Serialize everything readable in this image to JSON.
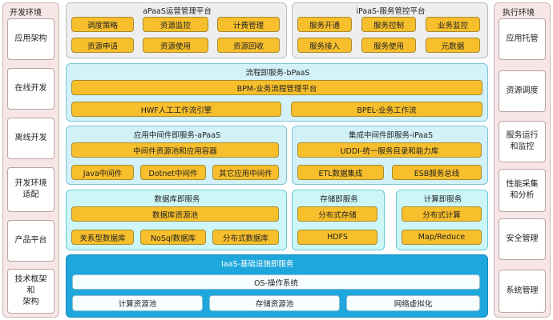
{
  "left": {
    "title": "开发环境",
    "items": [
      "应用架构",
      "在线开发",
      "离线开发",
      "开发环境\n适配",
      "产品平台",
      "技术框架和\n架构"
    ]
  },
  "right": {
    "title": "执行环境",
    "items": [
      "应用托管",
      "资源调度",
      "服务运行\n和监控",
      "性能采集\n和分析",
      "安全管理",
      "系统管理"
    ]
  },
  "apaas_ops": {
    "title": "aPaaS运营管理平台",
    "items": [
      "调度策略",
      "资源监控",
      "计费管理",
      "资源申请",
      "资源使用",
      "资源回收"
    ]
  },
  "ipaas_ctrl": {
    "title": "iPaaS-服务管控平台",
    "items": [
      "服务开通",
      "服务控制",
      "业务监控",
      "服务接入",
      "服务使用",
      "元数据"
    ]
  },
  "bpaas": {
    "title": "流程即服务-bPaaS",
    "bpm": "BPM-业务流程管理平台",
    "hwf": "HWF人工工作流引擎",
    "bpel": "BPEL-业务工作流"
  },
  "apaas_mw": {
    "title": "应用中间件即服务-aPaaS",
    "container": "中间件资源池和应用容器",
    "items": [
      "Java中间件",
      "Dotnet中间件",
      "其它应用中间件"
    ]
  },
  "ipaas_mw": {
    "title": "集成中间件即服务-iPaaS",
    "uddi": "UDDI-统一服务目录和能力库",
    "items": [
      "ETL数据集成",
      "ESB服务总线"
    ]
  },
  "db": {
    "title": "数据库即服务",
    "pool": "数据库资源池",
    "items": [
      "关系型数据库",
      "NoSql数据库",
      "分布式数据库"
    ]
  },
  "storage": {
    "title": "存储即服务",
    "items": [
      "分布式存储",
      "HDFS"
    ]
  },
  "compute": {
    "title": "计算即服务",
    "items": [
      "分布式计算",
      "Map/Reduce"
    ]
  },
  "iaas": {
    "title": "IaaS-基础设施即服务",
    "os": "OS-操作系统",
    "items": [
      "计算资源池",
      "存储资源池",
      "网络虚拟化"
    ]
  }
}
